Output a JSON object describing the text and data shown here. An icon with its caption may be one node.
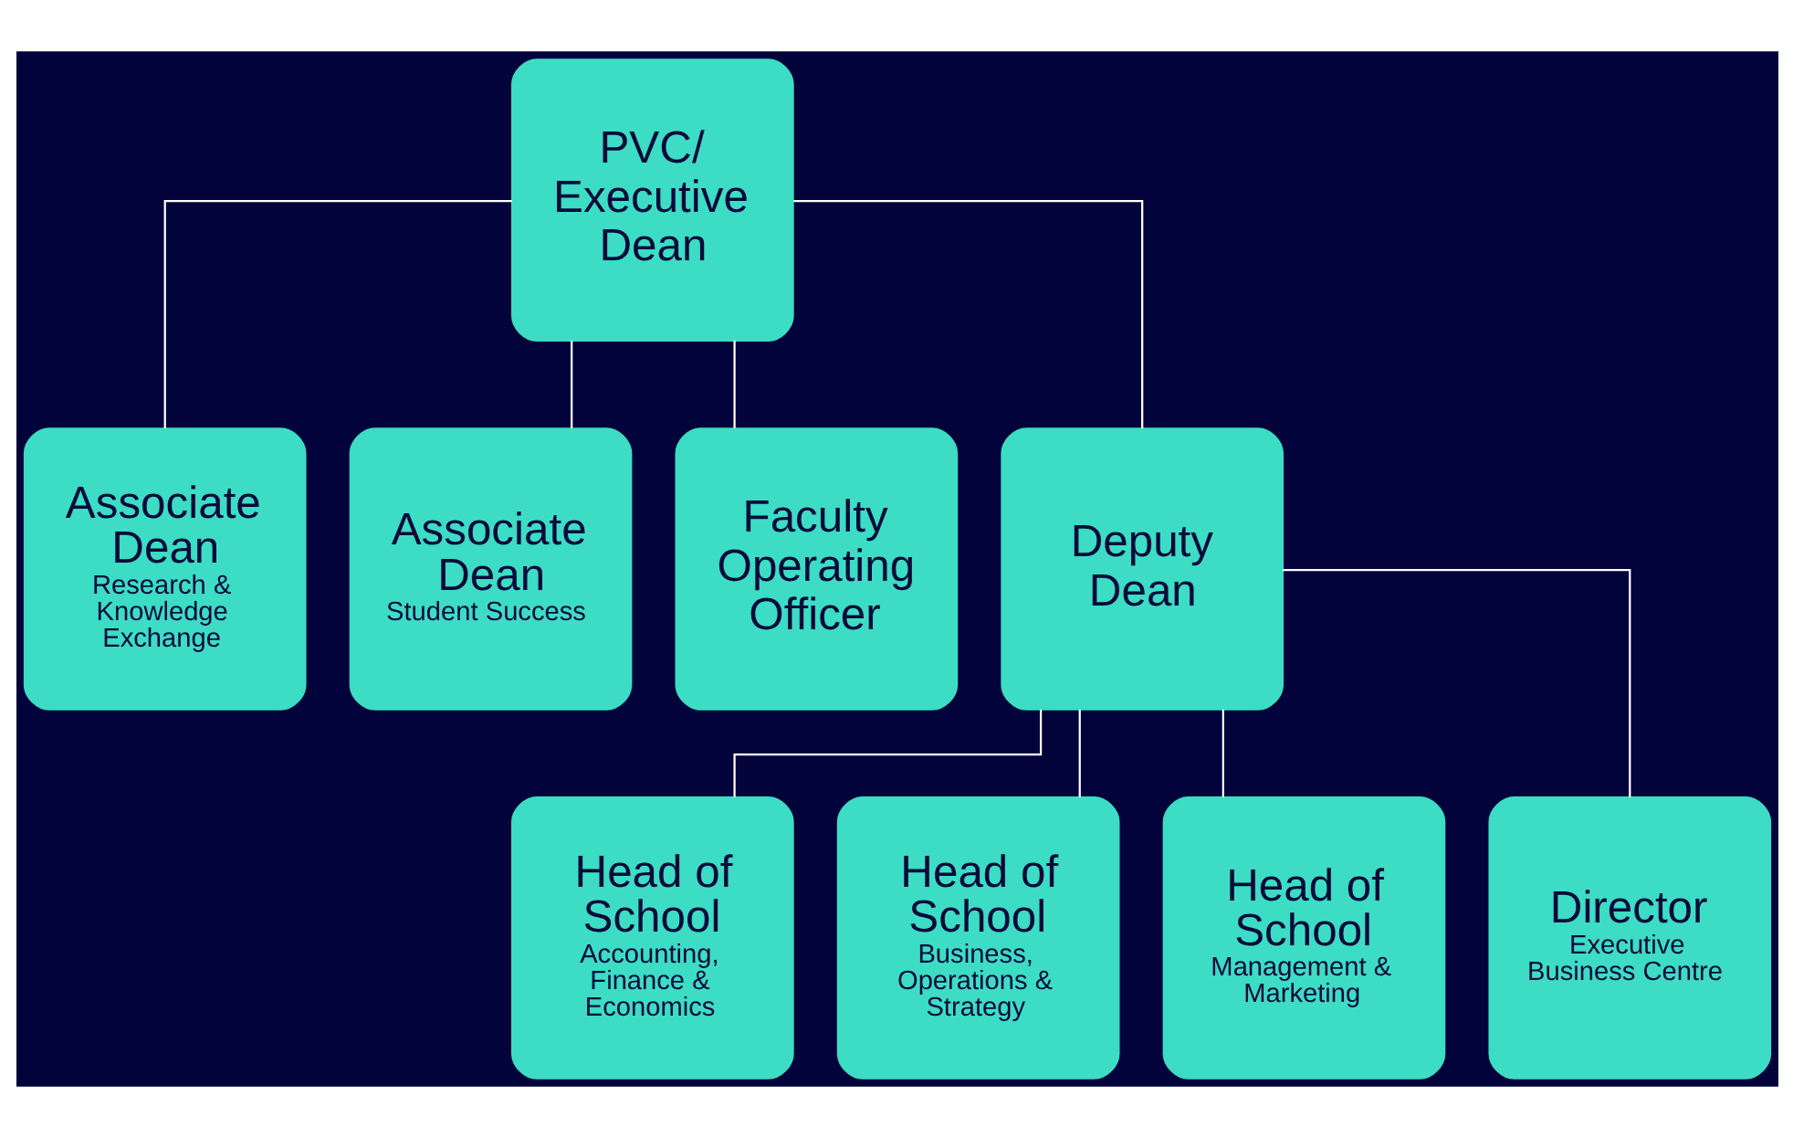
{
  "diagram": {
    "nodes": [
      {
        "text": [
          "PVC/ Executive Dean"
        ]
      },
      {
        "text": [
          "Associate Dean",
          "Research & Knowledge Exchange"
        ]
      },
      {
        "text": [
          "Associate Dean",
          "Student Success"
        ]
      },
      {
        "text": [
          "Faculty Operating Officer"
        ]
      },
      {
        "text": [
          "Deputy Dean"
        ]
      },
      {
        "text": [
          "Head of School",
          "Accounting, Finance & Economics"
        ]
      },
      {
        "text": [
          "Head of School",
          "Business, Operations & Strategy"
        ]
      },
      {
        "text": [
          "Head of School",
          "Management & Marketing"
        ]
      },
      {
        "text": [
          "Director",
          "Executive Business Centre"
        ]
      }
    ],
    "edges": [
      {
        "from": 0,
        "to": 1,
        "arrow": "none"
      },
      {
        "from": 0,
        "to": 2,
        "arrow": "none"
      },
      {
        "from": 0,
        "to": 3,
        "arrow": "none"
      },
      {
        "from": 0,
        "to": 4,
        "arrow": "none"
      },
      {
        "from": 4,
        "to": 5,
        "arrow": "none"
      },
      {
        "from": 4,
        "to": 6,
        "arrow": "none"
      },
      {
        "from": 4,
        "to": 7,
        "arrow": "none"
      },
      {
        "from": 4,
        "to": 8,
        "arrow": "none"
      }
    ]
  }
}
